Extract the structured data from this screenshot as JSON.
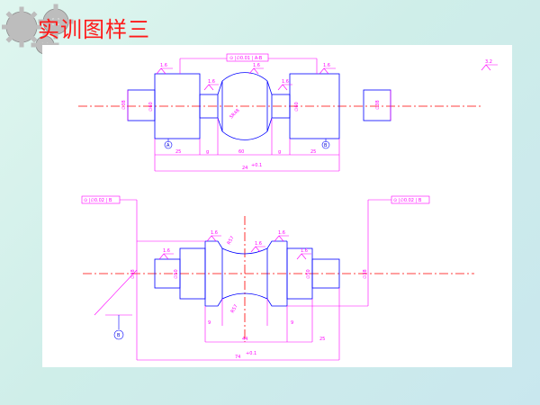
{
  "slide": {
    "title": "实训图样三",
    "icon": "gears-icon"
  },
  "drawing1": {
    "gdt_frame": "⊙ |∅0.01 | A-B",
    "roughness_top": "1.6",
    "roughness_mid_left": "1.6",
    "roughness_mid": "1.6",
    "roughness_mid_right": "1.6",
    "roughness_right": "1.6",
    "roughness_general": "3.2",
    "dia_left": "∅38",
    "dia_left_inner": "∅60",
    "dia_sphere": "SR48",
    "dia_right_inner": "∅60",
    "dia_right": "∅38",
    "datum_left": "A",
    "datum_right": "B",
    "dim_left": "25",
    "dim_g1": "g",
    "dim_g2": "g",
    "dim_mid": "60",
    "dim_right": "25",
    "dim_total": "24",
    "dim_total_tol": "+0.1"
  },
  "drawing2": {
    "gdt_left": "⊙ |∅0.02 | B",
    "gdt_right": "⊙ |∅0.02 | B",
    "roughness_1": "1.6",
    "roughness_2": "1.6",
    "roughness_3": "1.6",
    "roughness_4": "1.6",
    "roughness_5": "1.6",
    "dia_left": "∅38",
    "dia_left_inner": "∅50",
    "radius_top": "R57",
    "radius_bottom": "R57",
    "dia_right_inner": "∅50",
    "dia_right": "∅38",
    "datum": "B",
    "dim_left": "9",
    "dim_right": "9",
    "dim_mid": "44",
    "dim_right2": "25",
    "dim_total": "74",
    "dim_total_tol": "+0.1"
  }
}
